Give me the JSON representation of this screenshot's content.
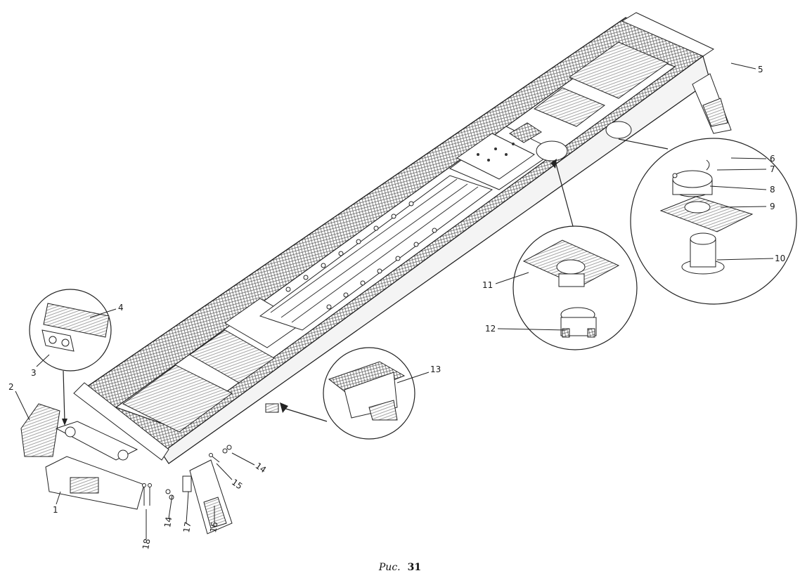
{
  "figure": {
    "caption_word": "Рис.",
    "caption_number": "31"
  },
  "callouts": [
    "1",
    "2",
    "3",
    "4",
    "5",
    "6",
    "7",
    "8",
    "9",
    "10",
    "11",
    "12",
    "13",
    "14",
    "14",
    "15",
    "16",
    "17",
    "18"
  ]
}
